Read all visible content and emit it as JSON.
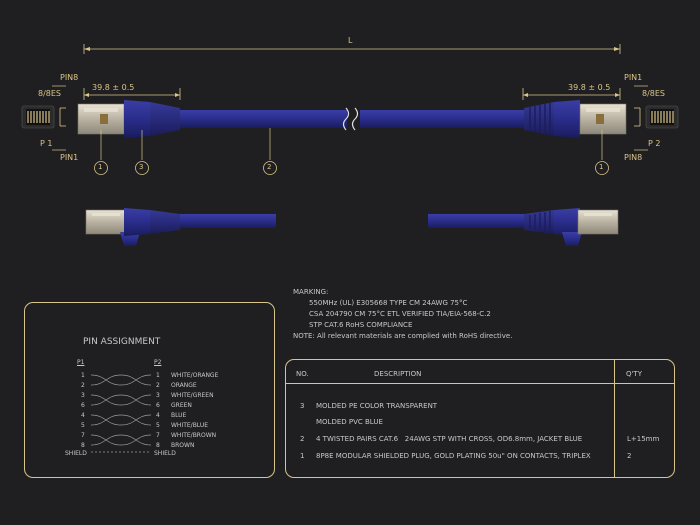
{
  "drawing": {
    "length_label": "L",
    "dim_left": "39.8 ± 0.5",
    "dim_right": "39.8 ± 0.5",
    "left_plug": {
      "pin_top": "PIN8",
      "type": "8/8ES",
      "port": "P 1",
      "pin_bottom": "PIN1"
    },
    "right_plug": {
      "pin_top": "PIN1",
      "type": "8/8ES",
      "port": "P 2",
      "pin_bottom": "PIN8"
    },
    "callouts": [
      "1",
      "3",
      "2",
      "1"
    ],
    "colors": {
      "cable": "#2a2d8a",
      "gold": "#d9c48a",
      "background": "#1f1f21"
    }
  },
  "marking": {
    "title": "MARKING:",
    "lines": [
      "550MHz (UL) E305668 TYPE CM 24AWG 75°C",
      "CSA 204790 CM 75°C ETL VERIFIED TIA/EIA-568-C.2",
      "STP CAT.6 RoHS COMPLIANCE"
    ],
    "note": "NOTE: All relevant materials are complied with RoHS directive."
  },
  "pin_assignment": {
    "title": "PIN ASSIGNMENT",
    "p1_header": "P1",
    "p2_header": "P2",
    "rows": [
      {
        "p1": "1",
        "p2": "1",
        "color": "WHITE/ORANGE"
      },
      {
        "p1": "2",
        "p2": "2",
        "color": "ORANGE"
      },
      {
        "p1": "3",
        "p2": "3",
        "color": "WHITE/GREEN"
      },
      {
        "p1": "6",
        "p2": "6",
        "color": "GREEN"
      },
      {
        "p1": "4",
        "p2": "4",
        "color": "BLUE"
      },
      {
        "p1": "5",
        "p2": "5",
        "color": "WHITE/BLUE"
      },
      {
        "p1": "7",
        "p2": "7",
        "color": "WHITE/BROWN"
      },
      {
        "p1": "8",
        "p2": "8",
        "color": "BROWN"
      }
    ],
    "shield_left": "SHIELD",
    "shield_right": "SHIELD"
  },
  "bom": {
    "headers": {
      "no": "NO.",
      "description": "DESCRIPTION",
      "qty": "Q'TY"
    },
    "rows": [
      {
        "no": "3",
        "description": "MOLDED PE COLOR TRANSPARENT",
        "qty": ""
      },
      {
        "no": "",
        "description": "MOLDED PVC BLUE",
        "qty": ""
      },
      {
        "no": "2",
        "description": "4 TWISTED PAIRS CAT.6   24AWG STP WITH CROSS, OD6.8mm, JACKET BLUE",
        "qty": "L+15mm"
      },
      {
        "no": "1",
        "description": "8P8E MODULAR SHIELDED PLUG, GOLD PLATING 50u\" ON CONTACTS, TRIPLEX",
        "qty": "2"
      }
    ]
  }
}
